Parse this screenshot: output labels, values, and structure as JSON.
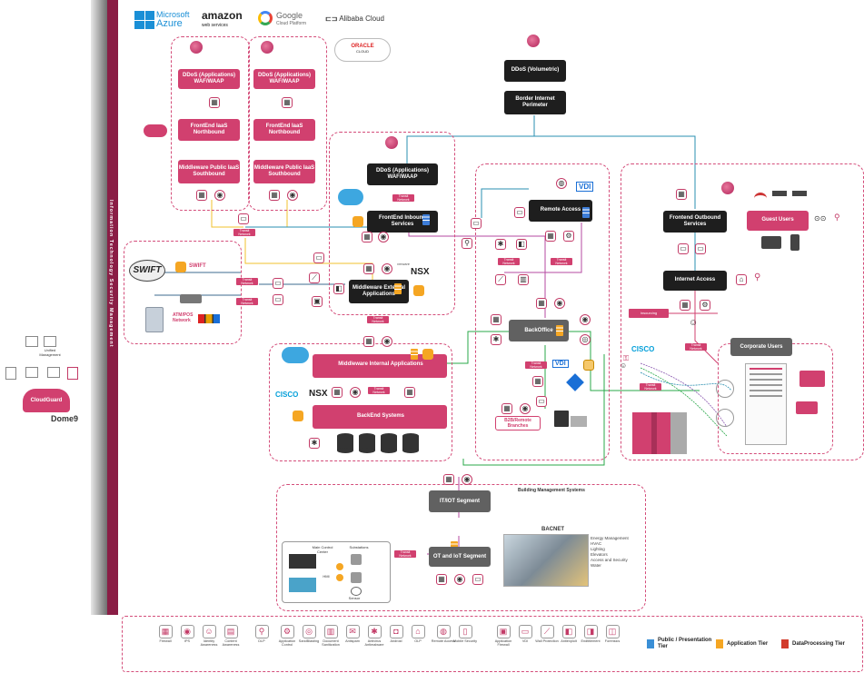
{
  "vendors": {
    "azure1": "Microsoft",
    "azure2": "Azure",
    "amazon1": "amazon",
    "amazon2": "web services",
    "google1": "Google",
    "google2": "Cloud Platform",
    "alibaba": "Alibaba Cloud",
    "oracle1": "ORACLE",
    "oracle2": "CLOUD"
  },
  "sidebar": {
    "vertical": "Information Technology Security Management",
    "management": "Management"
  },
  "dome9": {
    "unified": "Unified Management",
    "cloudguard": "CloudGuard",
    "label": "Dome9"
  },
  "cloud_stack": {
    "left": {
      "ddos": "DDoS (Applications) WAF/WAAP",
      "frontend": "FrontEnd IaaS Northbound",
      "middleware": "Middleware Public IaaS Southbound"
    },
    "right": {
      "ddos": "DDoS (Applications) WAF/WAAP",
      "frontend": "FrontEnd IaaS Northbound",
      "middleware": "Middleware Public IaaS Southbound"
    }
  },
  "core": {
    "ddos_app": "DDoS (Applications) WAF/WAAP",
    "frontend_inbound": "FrontEnd Inbound Services",
    "middleware_external": "Middleware External Applications",
    "ddos_vol": "DDoS (Volumetric)",
    "border": "Border Internet Perimeter",
    "remote_access": "Remote Access",
    "backoffice": "BackOffice",
    "frontend_outbound": "Frontend Outbound Services",
    "guest_users": "Guest Users",
    "internet_access": "Internet Access",
    "corporate_users": "Corporate Users",
    "middleware_internal": "Middleware Internal Applications",
    "backend": "BackEnd Systems",
    "b2b": "B2B/Remote Branches",
    "vdi": "VDI",
    "nsx": "NSX",
    "vmware": "vmware",
    "cisco": "CISCO",
    "swift": "SWIFT",
    "swift_label": "SWIFT",
    "atm": "ATM/POS Network",
    "transit": "Transit Network",
    "insourcing": "Insourcing"
  },
  "bms": {
    "title": "Building Management Systems",
    "itiot": "IT/IOT Segment",
    "ot": "OT and IoT Segment",
    "bacnet": "BACNET",
    "items": [
      "Energy Management",
      "HVAC",
      "Lighting",
      "Elevators",
      "Access and Security",
      "Water"
    ],
    "main_control": "Main Control Center",
    "substations": "Substations",
    "hmi": "HMI",
    "sensor": "Sensor"
  },
  "legend": {
    "items": [
      {
        "label": "Firewall",
        "icon": "firewall-icon",
        "g": "▦"
      },
      {
        "label": "IPS",
        "icon": "ips-icon",
        "g": "◉"
      },
      {
        "label": "Identity Awareness",
        "icon": "identity-icon",
        "g": "☺"
      },
      {
        "label": "Content Awareness",
        "icon": "content-icon",
        "g": "▤"
      },
      {
        "label": "DLP",
        "icon": "dlp-icon",
        "g": "⚲"
      },
      {
        "label": "Application Control",
        "icon": "app-control-icon",
        "g": "⚙"
      },
      {
        "label": "SandBlasting",
        "icon": "sandblasting-icon",
        "g": "◎"
      },
      {
        "label": "Document Sanitization",
        "icon": "sanitization-icon",
        "g": "▥"
      },
      {
        "label": "Antispam",
        "icon": "antispam-icon",
        "g": "✉"
      },
      {
        "label": "Antivirus Antimalware",
        "icon": "antivirus-icon",
        "g": "✱"
      },
      {
        "label": "Android",
        "icon": "android-icon",
        "g": "◘"
      },
      {
        "label": "OLP",
        "icon": "olp-icon",
        "g": "⌂"
      },
      {
        "label": "Remote Access",
        "icon": "remote-access-icon",
        "g": "◍"
      },
      {
        "label": "Mobile Security",
        "icon": "mobile-icon",
        "g": "▯"
      },
      {
        "label": "Application Firewall",
        "icon": "app-firewall-icon",
        "g": "▣"
      },
      {
        "label": "VDI",
        "icon": "vdi-icon",
        "g": "▭"
      },
      {
        "label": "Wall Protection",
        "icon": "wall-icon",
        "g": "⟋"
      },
      {
        "label": "Antiexploit",
        "icon": "antiexploit-icon",
        "g": "◧"
      },
      {
        "label": "Endtitlement",
        "icon": "entitlement-icon",
        "g": "◨"
      },
      {
        "label": "Forensics",
        "icon": "forensics-icon",
        "g": "◫"
      }
    ],
    "tier1": "Public / Presentation Tier",
    "tier2": "Application Tier",
    "tier3": "DataProcessing Tier",
    "tier_colors": {
      "public": "#3a8fd6",
      "application": "#f5a623",
      "data": "#d23b2b"
    }
  },
  "colors": {
    "accent": "#d1406f",
    "dark": "#1e1e1e",
    "teal": "#2a8fb0",
    "green": "#2aa84a",
    "yellow": "#f2c12e",
    "purple": "#b44aa2"
  }
}
